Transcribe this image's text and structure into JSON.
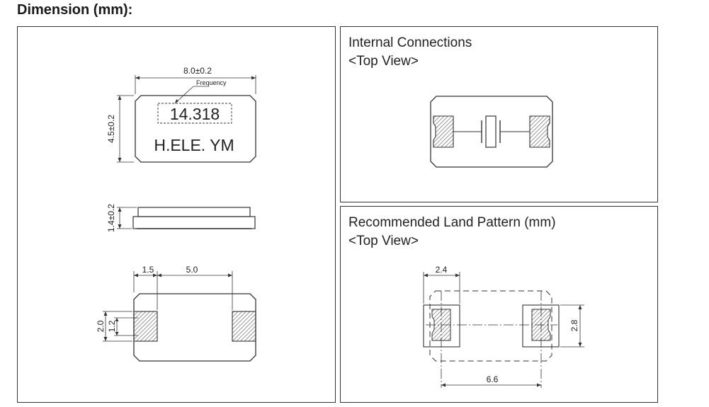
{
  "heading": "Dimension (mm):",
  "dimensions_panel": {
    "width_label": "8.0±0.2",
    "height_label": "4.5±0.2",
    "frequency_label": "Frequency",
    "marking_frequency": "14.318",
    "marking_brand": "H.ELE. YM",
    "thickness_label": "1.4±0.2",
    "pad_offset_label": "1.5",
    "pad_pitch_label": "5.0",
    "pad_height_label": "2.0",
    "pad_inner_label": "1.2"
  },
  "internal_panel": {
    "title": "Internal Connections",
    "subtitle": "<Top View>"
  },
  "land_panel": {
    "title": "Recommended Land Pattern (mm)",
    "subtitle": "<Top View>",
    "pad_width_label": "2.4",
    "pad_height_label": "2.8",
    "span_label": "6.6"
  },
  "colors": {
    "line": "#333333",
    "hatch": "#555555",
    "background": "#ffffff"
  }
}
